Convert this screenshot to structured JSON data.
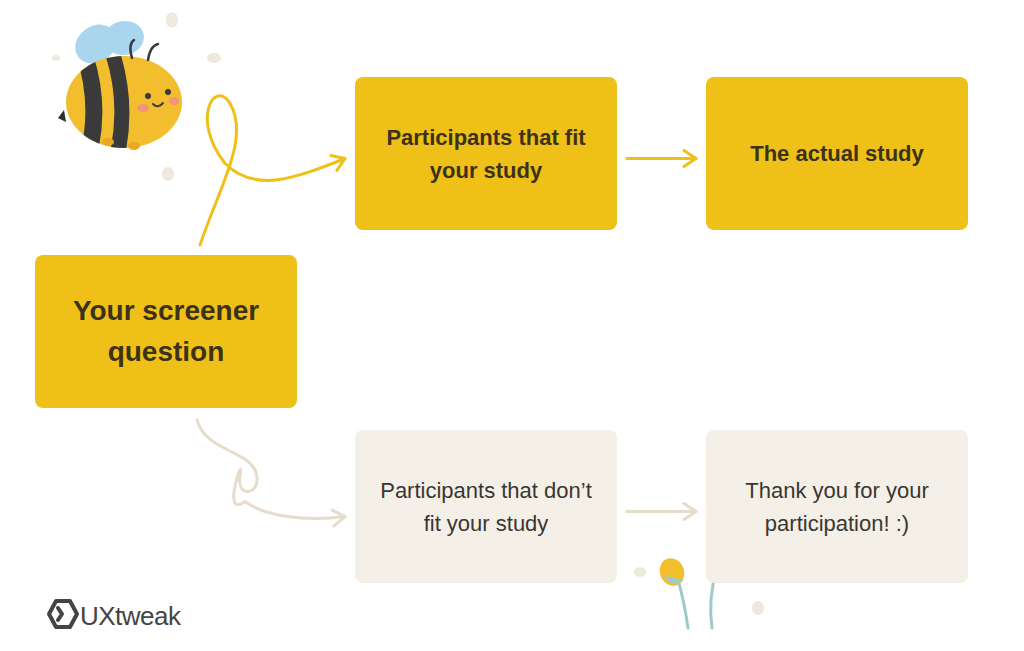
{
  "diagram": {
    "nodes": [
      {
        "text": [
          "Participants that fit your study"
        ]
      },
      {
        "text": [
          "The actual study"
        ]
      },
      {
        "text": [
          "Your screener question"
        ]
      },
      {
        "text": [
          "Participants that don’t fit your study"
        ]
      },
      {
        "text": [
          "Thank you for your participation! :)"
        ]
      }
    ],
    "edges": [
      {
        "from": 2,
        "to": 0,
        "arrow": "to"
      },
      {
        "from": 0,
        "to": 1,
        "arrow": "to"
      },
      {
        "from": 2,
        "to": 3,
        "arrow": "to"
      },
      {
        "from": 3,
        "to": 4,
        "arrow": "to"
      }
    ],
    "labels": [
      "UXtweak"
    ]
  }
}
